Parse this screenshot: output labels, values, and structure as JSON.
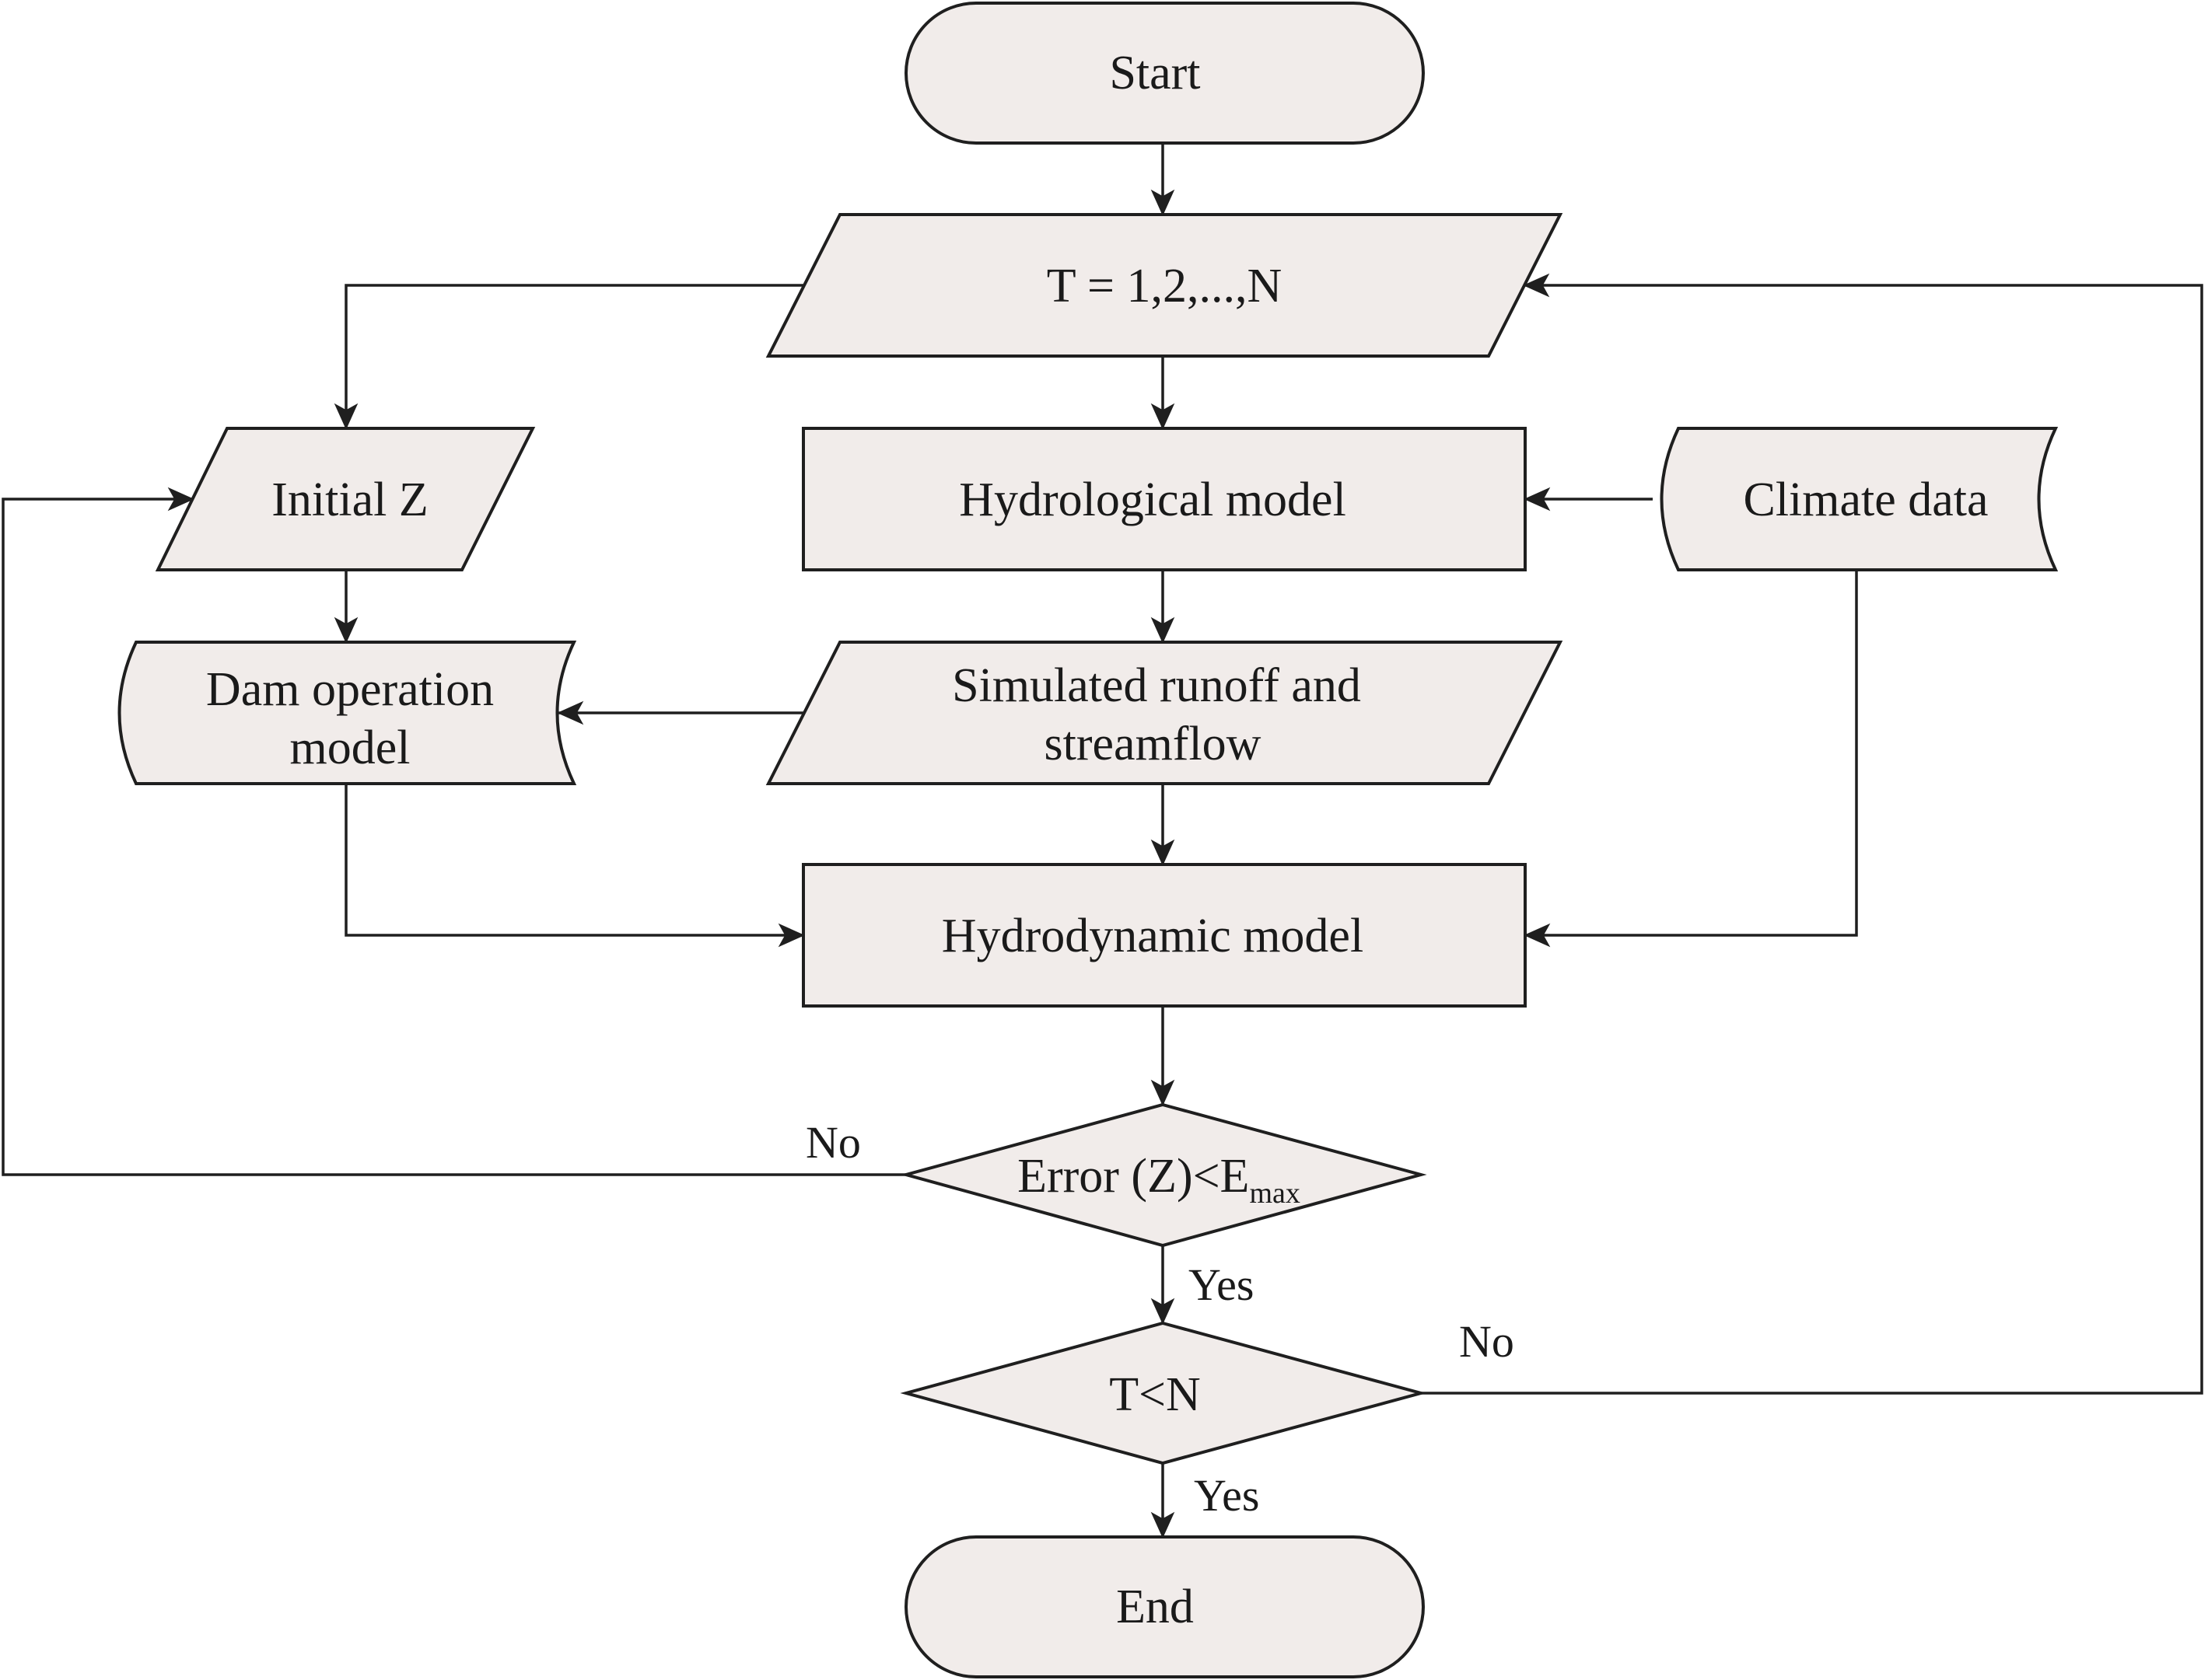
{
  "nodes": {
    "start": "Start",
    "time_loop": "T = 1,2,...,N",
    "initial_z": "Initial Z",
    "hydrological_model": "Hydrological model",
    "climate_data": "Climate data",
    "dam_operation_model": [
      "Dam operation",
      "model"
    ],
    "simulated_runoff": [
      "Simulated runoff and",
      "streamflow"
    ],
    "hydrodynamic_model": "Hydrodynamic model",
    "error_check": {
      "main": "Error (Z)<E",
      "sub": "max"
    },
    "time_check": "T<N",
    "end": "End"
  },
  "edges": {
    "error_no": "No",
    "error_yes": "Yes",
    "time_no": "No",
    "time_yes": "Yes"
  },
  "colors": {
    "shape_fill": "#f1ecea",
    "stroke": "#1f1f1f"
  }
}
